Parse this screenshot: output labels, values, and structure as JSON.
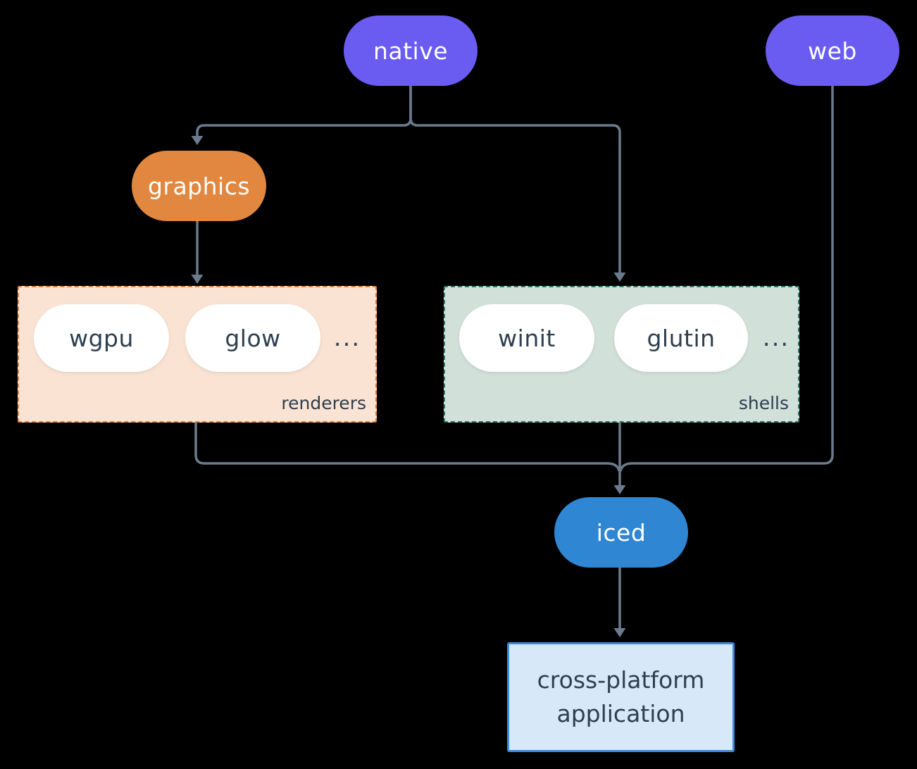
{
  "colors": {
    "node-purple": "#6a5cf0",
    "node-orange": "#e2873f",
    "node-blue": "#2f86d3",
    "renderers-bg": "#fae3d3",
    "renderers-border": "#e0813c",
    "shells-bg": "#d2e0da",
    "shells-border": "#2d7a6a",
    "app-bg": "#d7e8f8",
    "app-border": "#3c8cdd",
    "line": "#6b7b8d",
    "dark-text": "#2e3f4f",
    "pill-text-light": "#ffffff",
    "background": "#000000"
  },
  "nodes": {
    "native": {
      "label": "native"
    },
    "web": {
      "label": "web"
    },
    "graphics": {
      "label": "graphics"
    },
    "iced": {
      "label": "iced"
    },
    "application": {
      "label": "cross-platform application"
    }
  },
  "groups": {
    "renderers": {
      "label": "renderers",
      "items": [
        "wgpu",
        "glow"
      ],
      "ellipsis": "..."
    },
    "shells": {
      "label": "shells",
      "items": [
        "winit",
        "glutin"
      ],
      "ellipsis": "..."
    }
  }
}
